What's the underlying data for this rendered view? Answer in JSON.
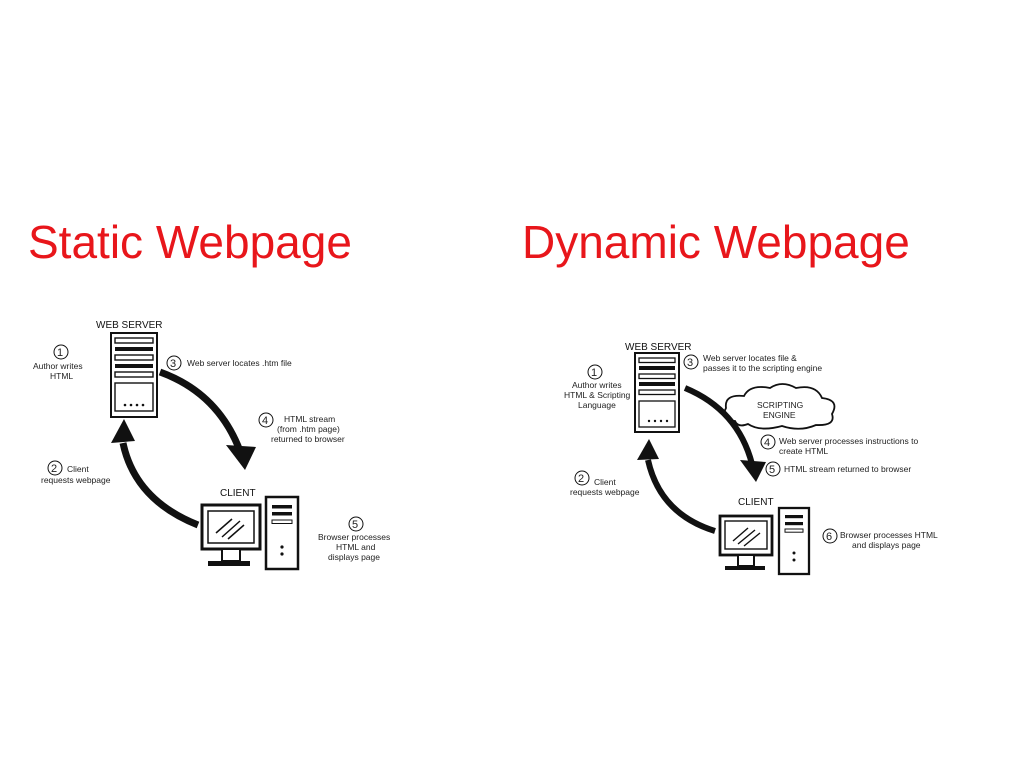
{
  "colors": {
    "title": "#e8161b",
    "ink": "#111111",
    "background": "#ffffff"
  },
  "static": {
    "title": "Static Webpage",
    "web_server_label": "WEB SERVER",
    "client_label": "CLIENT",
    "steps": [
      {
        "num": "1",
        "lines": [
          "Author writes",
          "HTML"
        ]
      },
      {
        "num": "2",
        "lines": [
          "Client",
          "requests webpage"
        ]
      },
      {
        "num": "3",
        "lines": [
          "Web server locates .htm file"
        ]
      },
      {
        "num": "4",
        "lines": [
          "HTML stream",
          "(from .htm page)",
          "returned to browser"
        ]
      },
      {
        "num": "5",
        "lines": [
          "Browser processes",
          "HTML and",
          "displays page"
        ]
      }
    ]
  },
  "dynamic": {
    "title": "Dynamic Webpage",
    "web_server_label": "WEB SERVER",
    "client_label": "CLIENT",
    "engine_lines": [
      "SCRIPTING",
      "ENGINE"
    ],
    "steps": [
      {
        "num": "1",
        "lines": [
          "Author writes",
          "HTML & Scripting",
          "Language"
        ]
      },
      {
        "num": "2",
        "lines": [
          "Client",
          "requests webpage"
        ]
      },
      {
        "num": "3",
        "lines": [
          "Web server locates file &",
          "passes it to the scripting engine"
        ]
      },
      {
        "num": "4",
        "lines": [
          "Web server processes instructions to",
          "create HTML"
        ]
      },
      {
        "num": "5",
        "lines": [
          "HTML stream returned to browser"
        ]
      },
      {
        "num": "6",
        "lines": [
          "Browser processes HTML",
          "and displays page"
        ]
      }
    ]
  }
}
